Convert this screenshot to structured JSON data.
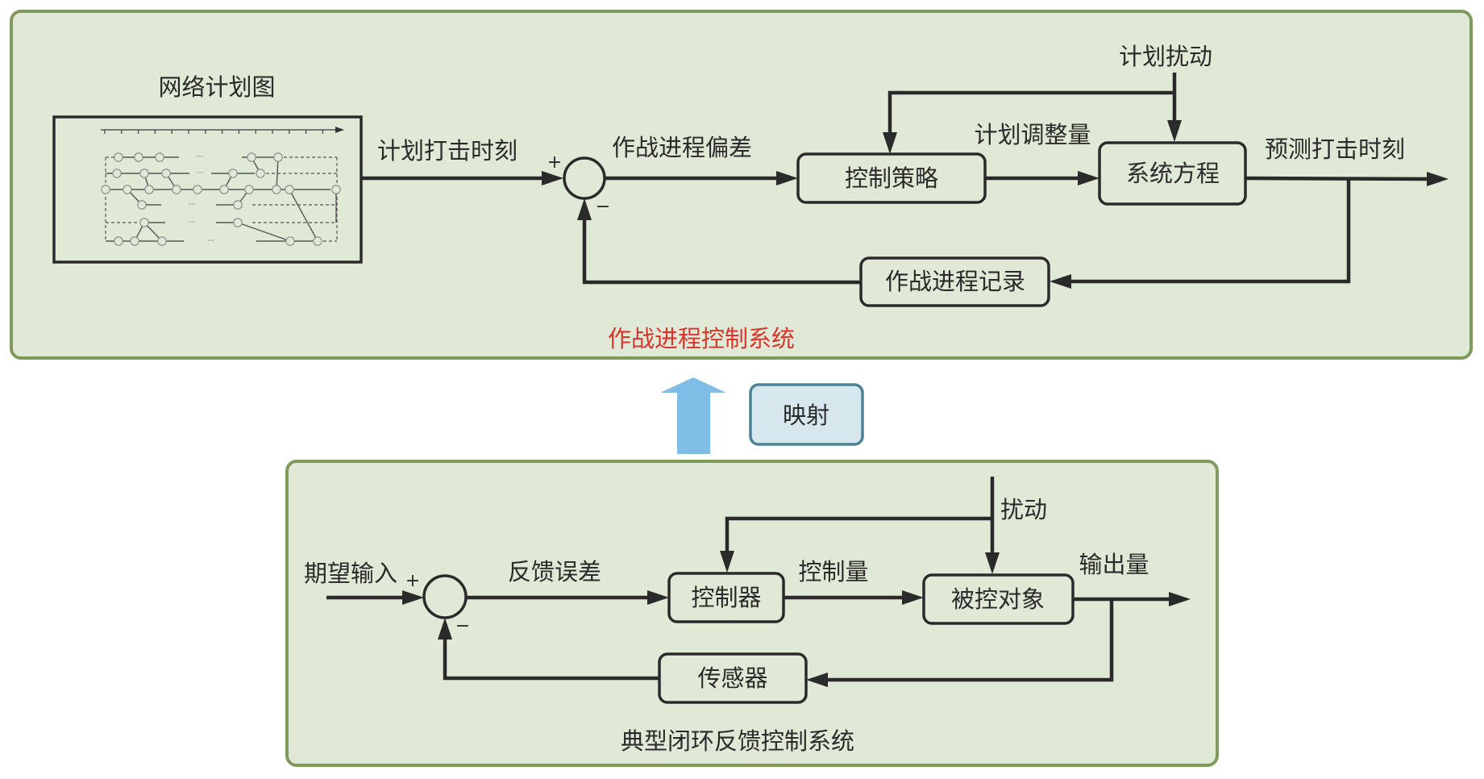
{
  "top_panel": {
    "caption": "作战进程控制系统",
    "caption_color": "#d9342b",
    "network_title": "网络计划图",
    "signals": {
      "planned_strike_time": "计划打击时刻",
      "process_deviation": "作战进程偏差",
      "plan_adjustment": "计划调整量",
      "plan_disturbance": "计划扰动",
      "predicted_strike_time": "预测打击时刻"
    },
    "blocks": {
      "control_strategy": "控制策略",
      "system_equation": "系统方程",
      "process_record": "作战进程记录"
    },
    "sum_plus": "+",
    "sum_minus": "−",
    "network_ellipsis": "···"
  },
  "mapping": {
    "label": "映射",
    "arrow_color": "#7fbde6"
  },
  "bottom_panel": {
    "caption": "典型闭环反馈控制系统",
    "signals": {
      "desired_input": "期望输入",
      "feedback_error": "反馈误差",
      "control_quantity": "控制量",
      "disturbance": "扰动",
      "output": "输出量"
    },
    "blocks": {
      "controller": "控制器",
      "plant": "被控对象",
      "sensor": "传感器"
    },
    "sum_plus": "+",
    "sum_minus": "−"
  }
}
